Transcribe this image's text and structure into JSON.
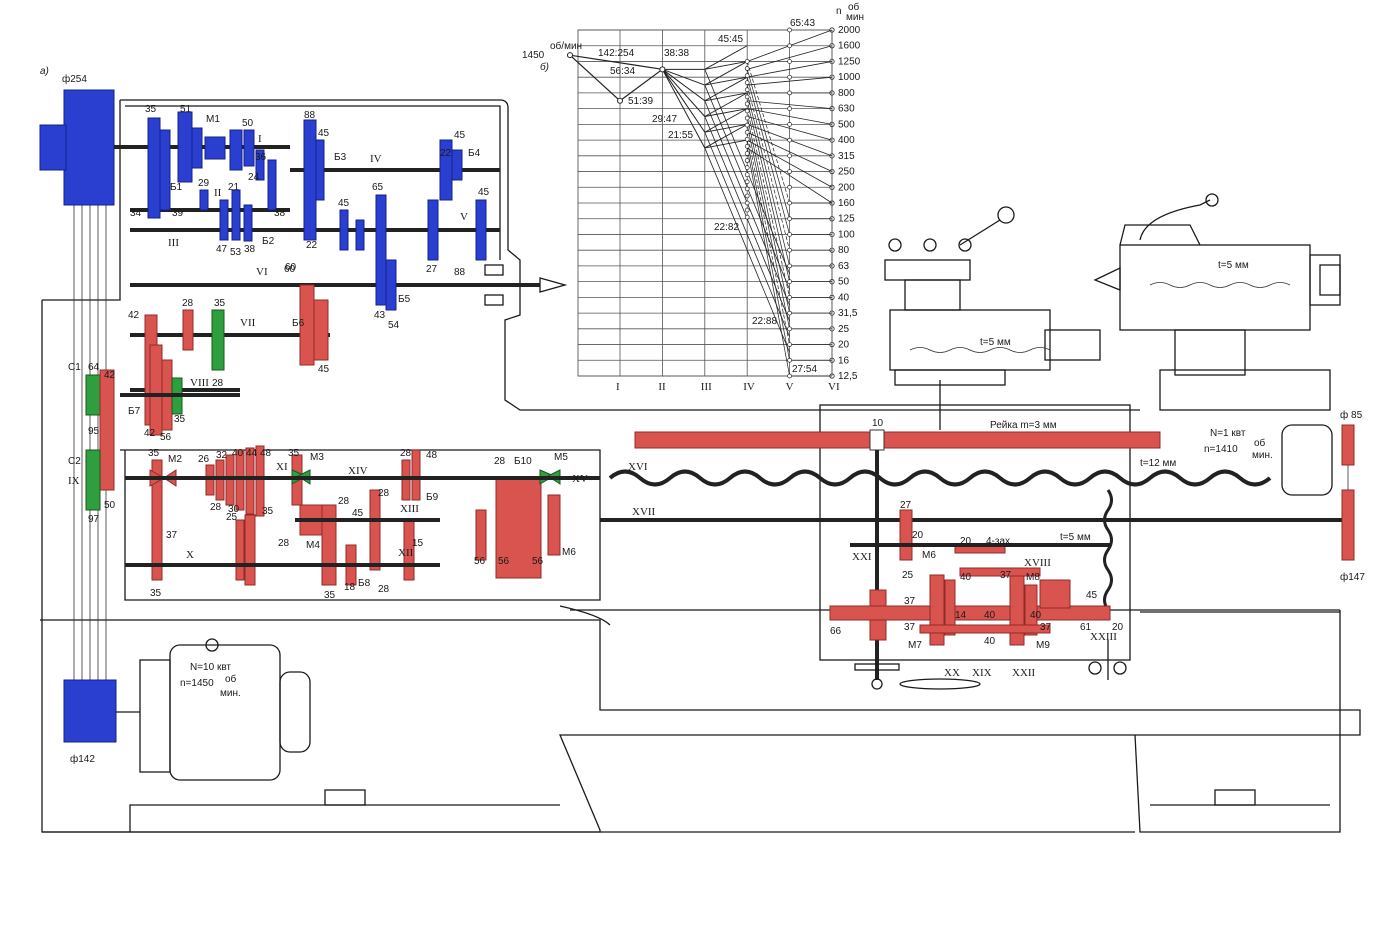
{
  "panel_a": {
    "label": "а)"
  },
  "panel_b": {
    "label": "б)"
  },
  "pulleys": {
    "top": "ф254",
    "bottom": "ф142",
    "right_top": "ф 85",
    "right_bottom": "ф147"
  },
  "motor_main": {
    "power": "N=10 квт",
    "speed": "n=1450",
    "unit_top": "об",
    "unit_bottom": "мин."
  },
  "motor_aux": {
    "power": "N=1 квт",
    "speed": "n=1410",
    "unit_top": "об",
    "unit_bottom": "мин."
  },
  "rack": {
    "label": "Рейка  m=3 мм",
    "gear": "10"
  },
  "leadscrew": {
    "pitch": "t=12 мм"
  },
  "tailstock": {
    "pitch": "t=5 мм"
  },
  "carriage_screw": {
    "pitch": "t=5 мм"
  },
  "apron_screw": {
    "pitch": "t=5 мм"
  },
  "apron": {
    "label": "4-зах."
  },
  "shafts": [
    "I",
    "II",
    "III",
    "IV",
    "V",
    "VI",
    "VII",
    "VIII",
    "IX",
    "X",
    "XI",
    "XII",
    "XIII",
    "XIV",
    "XV",
    "XVI",
    "XVII",
    "XVIII",
    "XIX",
    "XX",
    "XXI",
    "XXII",
    "XXIII"
  ],
  "blocks": [
    "Б1",
    "Б2",
    "Б3",
    "Б4",
    "Б5",
    "Б6",
    "Б7",
    "Б8",
    "Б9",
    "Б10"
  ],
  "clutches": [
    "М1",
    "М2",
    "М3",
    "М4",
    "М5",
    "М6",
    "М7",
    "М8",
    "М9"
  ],
  "couplings": [
    "С1",
    "С2"
  ],
  "gear_numbers": {
    "headstock": [
      "35",
      "51",
      "50",
      "36",
      "24",
      "29",
      "21",
      "34",
      "39",
      "47",
      "53",
      "38",
      "38",
      "88",
      "45",
      "22",
      "45",
      "65",
      "43",
      "54",
      "45",
      "27",
      "88",
      "22",
      "45",
      "60"
    ],
    "feedbox": [
      "42",
      "28",
      "35",
      "60",
      "45",
      "28",
      "35",
      "42",
      "56",
      "64",
      "42",
      "95",
      "97",
      "50",
      "35",
      "37",
      "35",
      "26",
      "32",
      "40",
      "44",
      "48",
      "28",
      "30",
      "25",
      "35",
      "35",
      "28",
      "28",
      "35",
      "18",
      "28",
      "28",
      "45",
      "48",
      "15",
      "28",
      "28",
      "56",
      "56",
      "56"
    ],
    "apron": [
      "27",
      "20",
      "25",
      "20",
      "40",
      "37",
      "37",
      "40",
      "37",
      "14",
      "40",
      "66",
      "37",
      "40",
      "45",
      "61",
      "20"
    ]
  },
  "chart_data": {
    "type": "diagram",
    "input_speed": "1450",
    "input_unit": "об/мин",
    "y_unit_top": "n",
    "y_unit_numer": "об",
    "y_unit_denom": "мин",
    "shafts": [
      "I",
      "II",
      "III",
      "IV",
      "V",
      "VI"
    ],
    "speeds": [
      "2000",
      "1600",
      "1250",
      "1000",
      "800",
      "630",
      "500",
      "400",
      "315",
      "250",
      "200",
      "160",
      "125",
      "100",
      "80",
      "63",
      "50",
      "40",
      "31,5",
      "25",
      "20",
      "16",
      "12,5"
    ],
    "ratios": [
      "142:254",
      "56:34",
      "51:39",
      "38:38",
      "29:47",
      "21:55",
      "45:45",
      "22:82",
      "22:88",
      "65:43",
      "27:54"
    ]
  }
}
